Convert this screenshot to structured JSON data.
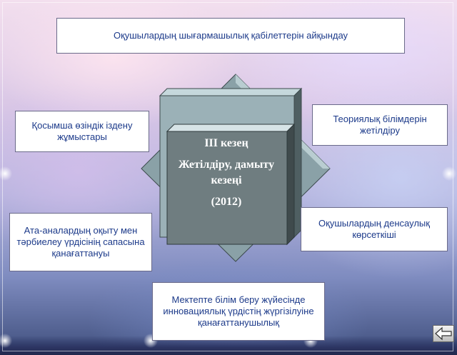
{
  "diagram": {
    "top_box": "Оқушылардың шығармашылық қабілеттерін айқындау",
    "left_upper_box": "Қосымша өзіндік іздену жұмыстары",
    "right_upper_box": "Теориялық білімдерін жетілдіру",
    "left_lower_box": "Ата-аналардың оқыту мен тәрбиелеу үрдісінің сапасына қанағаттануы",
    "right_lower_box": "Оқушылардың денсаулық көрсеткіші",
    "bottom_box": "Мектепте білім беру жүйесінде инновациялық үрдістің жүргізілуіне қанағаттанушылық",
    "center": {
      "stage": "ІІІ кезең",
      "name": "Жетілдіру, дамыту кезеңі",
      "year": "(2012)"
    }
  },
  "navigation": {
    "back_icon": "left-arrow-icon"
  }
}
